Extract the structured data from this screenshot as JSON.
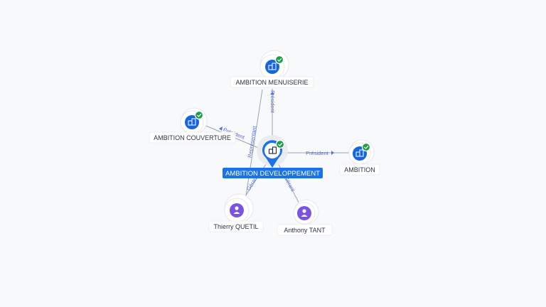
{
  "colors": {
    "company": "#1565e0",
    "person": "#7b52e3",
    "verified": "#1e9e4c",
    "center_label_bg": "#1a73e8",
    "edge": "#9aa4b2",
    "edge_label": "#5a6fd6"
  },
  "nodes": {
    "center": {
      "label": "AMBITION DEVELOPPEMENT",
      "icon": "building-icon",
      "verified": true
    },
    "menuiserie": {
      "label": "AMBITION MENUISERIE",
      "icon": "building-icon",
      "verified": true
    },
    "couverture": {
      "label": "AMBITION COUVERTURE",
      "icon": "building-icon",
      "verified": true
    },
    "ambition": {
      "label": "AMBITION",
      "icon": "building-icon",
      "verified": true
    },
    "thierry": {
      "label": "Thierry QUETIL",
      "icon": "person-icon"
    },
    "anthony": {
      "label": "Anthony TANT",
      "icon": "person-icon"
    }
  },
  "edges": {
    "president_menuiserie": "Président",
    "representant_menuiserie": "Représentant",
    "president_couverture": "Président",
    "president_ambition": "Président",
    "gerant_thierry": "Gérant",
    "gerant_anthony": "Gérant"
  }
}
